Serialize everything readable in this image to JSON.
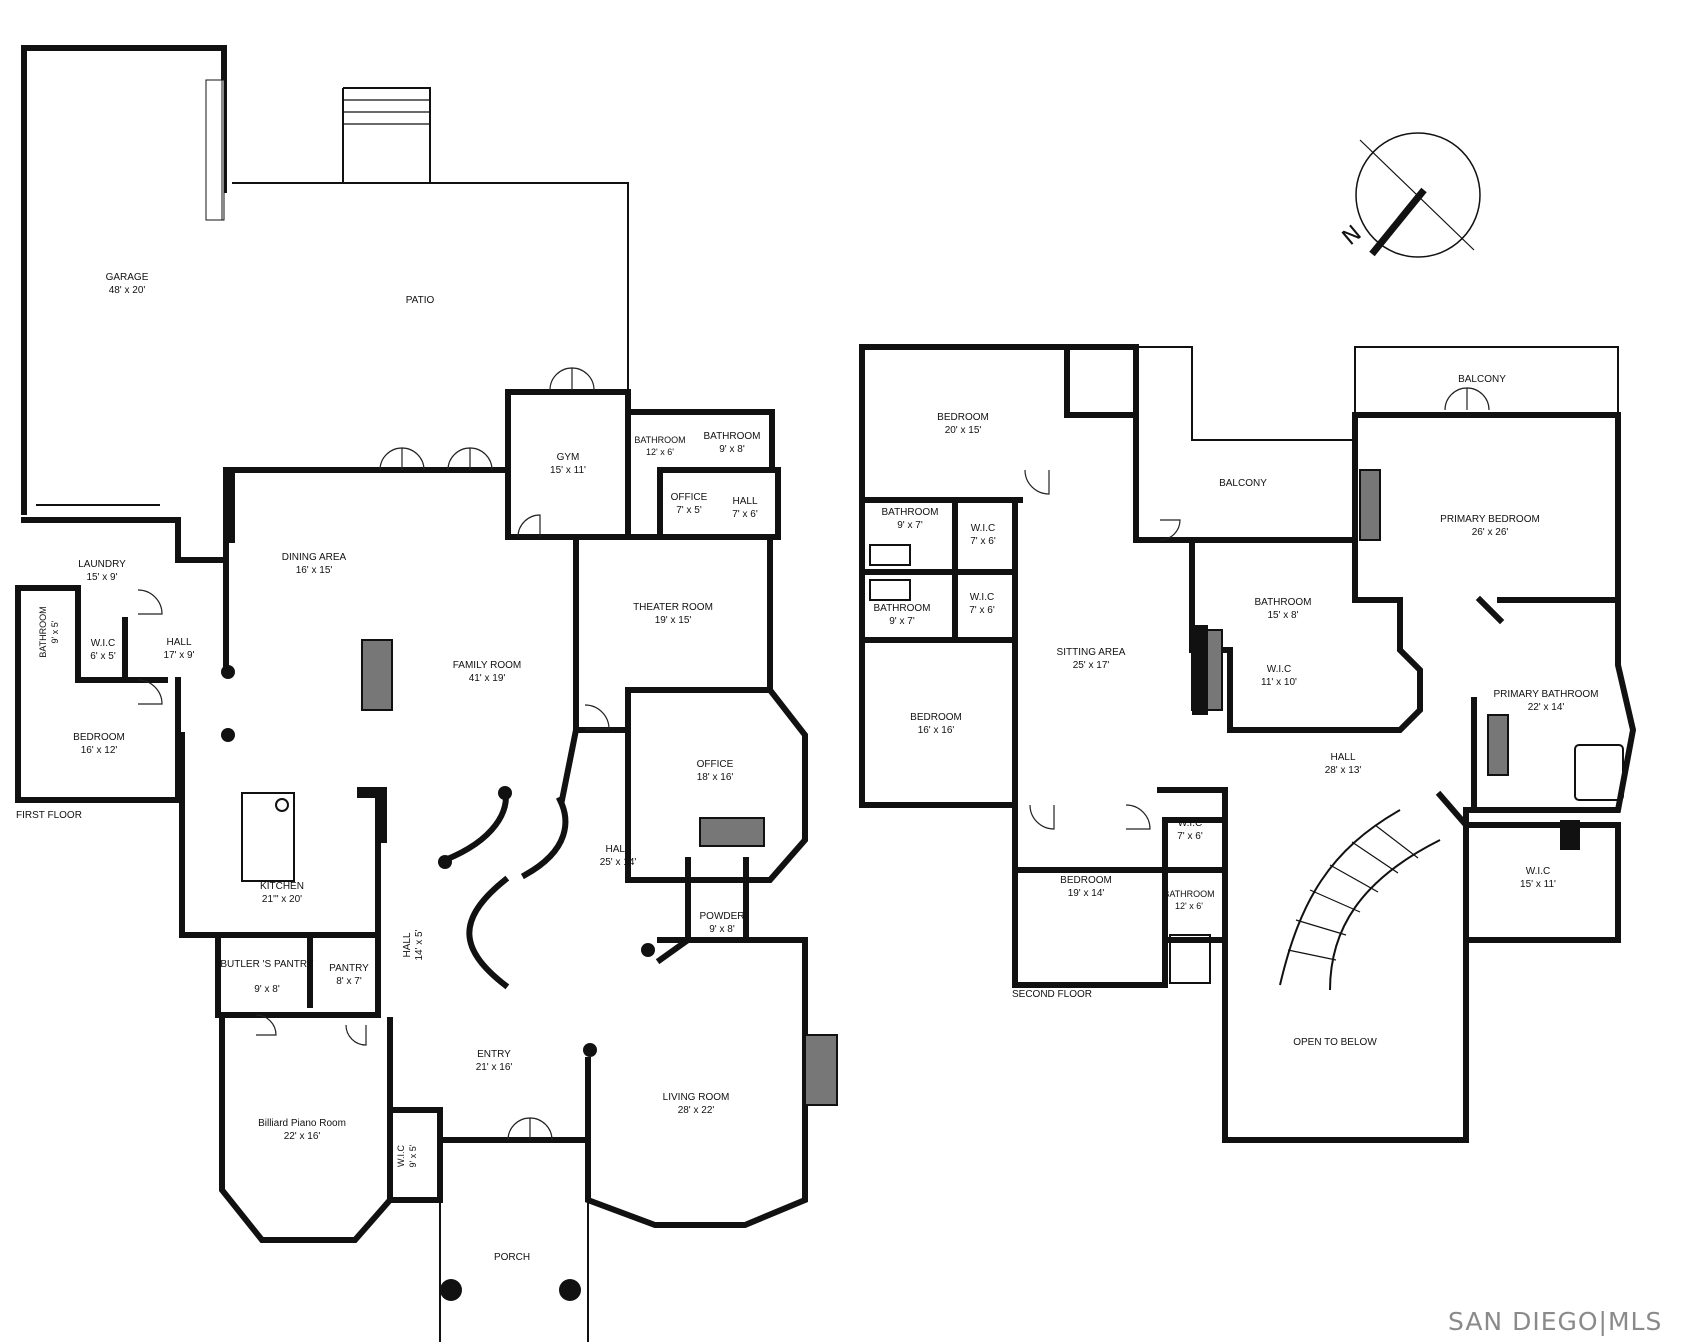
{
  "floors": [
    {
      "label": "FIRST FLOOR",
      "rooms": [
        {
          "name": "GARAGE",
          "size": "48' x 20'"
        },
        {
          "name": "PATIO",
          "size": ""
        },
        {
          "name": "GYM",
          "size": "15' x 11'"
        },
        {
          "name": "BATHROOM",
          "size": "12' x 6'"
        },
        {
          "name": "BATHROOM",
          "size": "9' x 8'"
        },
        {
          "name": "OFFICE",
          "size": "7' x 5'"
        },
        {
          "name": "HALL",
          "size": "7' x 6'"
        },
        {
          "name": "DINING AREA",
          "size": "16' x 15'"
        },
        {
          "name": "LAUNDRY",
          "size": "15' x 9'"
        },
        {
          "name": "BATHROOM",
          "size": "9' x 5'"
        },
        {
          "name": "W.I.C",
          "size": "6' x 5'"
        },
        {
          "name": "HALL",
          "size": "17' x 9'"
        },
        {
          "name": "FAMILY ROOM",
          "size": "41' x 19'"
        },
        {
          "name": "THEATER ROOM",
          "size": "19' x 15'"
        },
        {
          "name": "BEDROOM",
          "size": "16' x 12'"
        },
        {
          "name": "OFFICE",
          "size": "18' x 16'"
        },
        {
          "name": "HALL",
          "size": "25' x 14'"
        },
        {
          "name": "KITCHEN",
          "size": "21'\" x 20'"
        },
        {
          "name": "HALL",
          "size": "14' x 5'"
        },
        {
          "name": "POWDER",
          "size": "9' x 8'"
        },
        {
          "name": "BUTLER 'S PANTRY",
          "size": "9' x 8'"
        },
        {
          "name": "PANTRY",
          "size": "8' x 7'"
        },
        {
          "name": "ENTRY",
          "size": "21' x 16'"
        },
        {
          "name": "LIVING ROOM",
          "size": "28' x 22'"
        },
        {
          "name": "Billiard Piano Room",
          "size": "22' x 16'"
        },
        {
          "name": "W.I.C",
          "size": "9' x 5'"
        },
        {
          "name": "PORCH",
          "size": ""
        }
      ]
    },
    {
      "label": "SECOND FLOOR",
      "rooms": [
        {
          "name": "BEDROOM",
          "size": "20' x 15'"
        },
        {
          "name": "BALCONY",
          "size": ""
        },
        {
          "name": "BALCONY",
          "size": ""
        },
        {
          "name": "BATHROOM",
          "size": "9' x 7'"
        },
        {
          "name": "W.I.C",
          "size": "7' x 6'"
        },
        {
          "name": "PRIMARY BEDROOM",
          "size": "26' x 26'"
        },
        {
          "name": "BATHROOM",
          "size": "9' x 7'"
        },
        {
          "name": "W.I.C",
          "size": "7' x 6'"
        },
        {
          "name": "BATHROOM",
          "size": "15' x 8'"
        },
        {
          "name": "SITTING AREA",
          "size": "25' x 17'"
        },
        {
          "name": "W.I.C",
          "size": "11' x 10'"
        },
        {
          "name": "PRIMARY BATHROOM",
          "size": "22' x 14'"
        },
        {
          "name": "BEDROOM",
          "size": "16' x 16'"
        },
        {
          "name": "HALL",
          "size": "28' x 13'"
        },
        {
          "name": "W.I.C",
          "size": "7' x 6'"
        },
        {
          "name": "W.I.C",
          "size": "15' x 11'"
        },
        {
          "name": "BEDROOM",
          "size": "19' x 14'"
        },
        {
          "name": "BATHROOM",
          "size": "12' x 6'"
        },
        {
          "name": "OPEN TO BELOW",
          "size": ""
        }
      ]
    }
  ],
  "compass": {
    "label": "N"
  },
  "brand": {
    "text": "SAN DIEGO|MLS"
  }
}
